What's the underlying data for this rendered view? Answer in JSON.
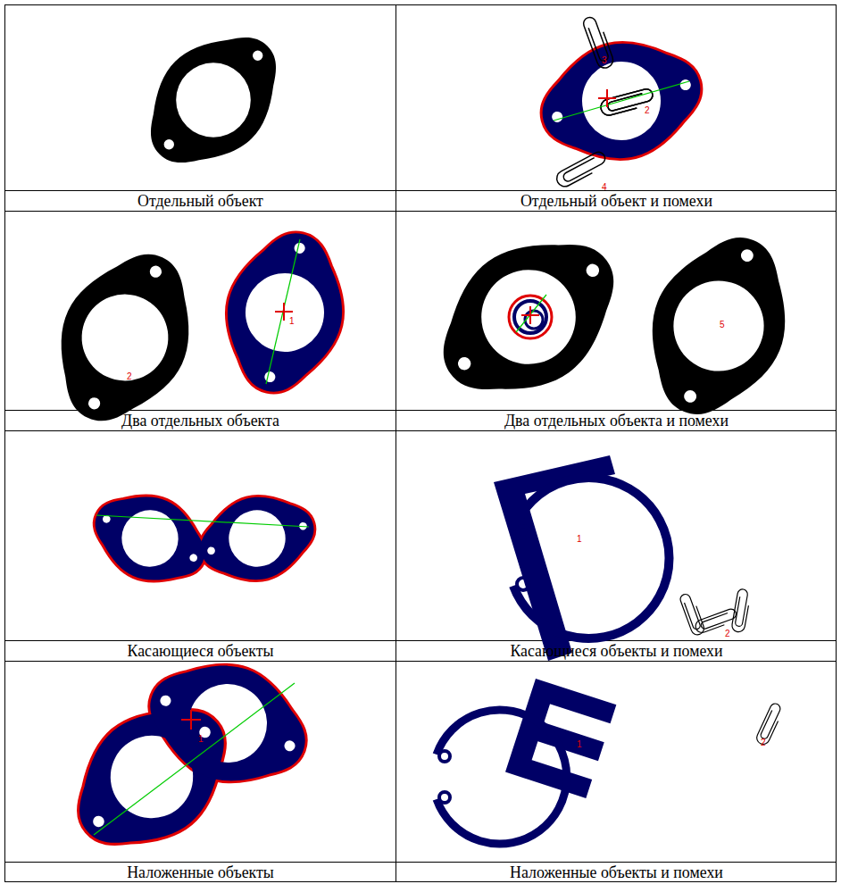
{
  "diagram": {
    "labels": [
      "Отдельный объект",
      "3",
      "2",
      "4",
      "Отдельный объект и помехи",
      "2",
      "1",
      "Два отдельных объекта",
      "5",
      "Два отдельных объекта и помехи",
      "Касающиеся объекты",
      "1",
      "2",
      "Касающиеся объекты и помехи",
      "1",
      "Наложенные объекты",
      "1",
      "2",
      "Наложенные объекты и помехи"
    ]
  }
}
